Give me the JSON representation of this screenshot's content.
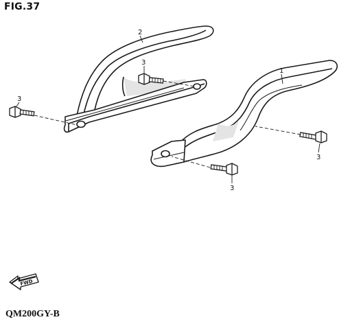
{
  "figure": {
    "title": "FIG.37"
  },
  "callouts": {
    "part1": "1",
    "part2": "2",
    "bolt_left": "3",
    "bolt_center": "3",
    "bolt_right": "3",
    "bolt_bottom": "3"
  },
  "direction_arrow": {
    "label": "FWD",
    "icon": "forward-arrow-icon"
  },
  "model": {
    "code": "QM200GY-B"
  },
  "colors": {
    "line": "#1a1a1a",
    "part_fill": "#ffffff",
    "shade": "#d9d9d9"
  }
}
